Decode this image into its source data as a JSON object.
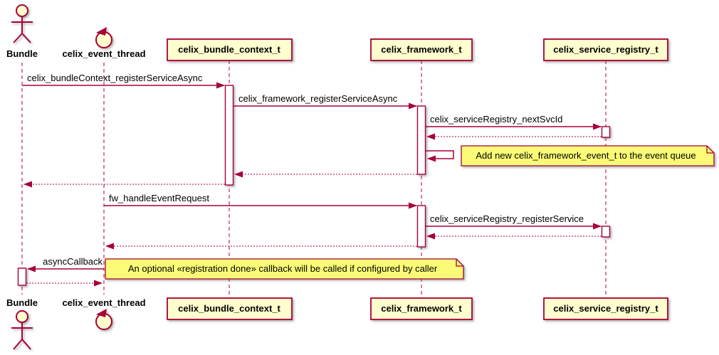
{
  "diagram": {
    "kind": "uml-sequence-diagram",
    "colors": {
      "accent": "#A80036",
      "participant_fill": "#FEFECE",
      "note_fill": "#FBFB77",
      "activation_fill": "#FFFFFF",
      "text": "#000000",
      "background": "#FFFFFF"
    },
    "participants": [
      {
        "name": "Bundle",
        "kind": "actor"
      },
      {
        "name": "celix_event_thread",
        "kind": "control"
      },
      {
        "name": "celix_bundle_context_t",
        "kind": "participant"
      },
      {
        "name": "celix_framework_t",
        "kind": "participant"
      },
      {
        "name": "celix_service_registry_t",
        "kind": "participant"
      }
    ],
    "messages": [
      {
        "label": "celix_bundleContext_registerServiceAsync",
        "from": "Bundle",
        "to": "celix_bundle_context_t",
        "type": "sync"
      },
      {
        "label": "celix_framework_registerServiceAsync",
        "from": "celix_bundle_context_t",
        "to": "celix_framework_t",
        "type": "sync"
      },
      {
        "label": "celix_serviceRegistry_nextSvcId",
        "from": "celix_framework_t",
        "to": "celix_service_registry_t",
        "type": "sync"
      },
      {
        "label": "",
        "from": "celix_service_registry_t",
        "to": "celix_framework_t",
        "type": "return"
      },
      {
        "label": "",
        "from": "celix_framework_t",
        "to": "celix_framework_t",
        "type": "self",
        "note": 0
      },
      {
        "label": "",
        "from": "celix_framework_t",
        "to": "celix_bundle_context_t",
        "type": "return"
      },
      {
        "label": "",
        "from": "celix_bundle_context_t",
        "to": "Bundle",
        "type": "return"
      },
      {
        "label": "fw_handleEventRequest",
        "from": "celix_event_thread",
        "to": "celix_framework_t",
        "type": "sync"
      },
      {
        "label": "celix_serviceRegistry_registerService",
        "from": "celix_framework_t",
        "to": "celix_service_registry_t",
        "type": "sync"
      },
      {
        "label": "",
        "from": "celix_service_registry_t",
        "to": "celix_framework_t",
        "type": "return"
      },
      {
        "label": "",
        "from": "celix_framework_t",
        "to": "celix_event_thread",
        "type": "return"
      },
      {
        "label": "asyncCallback",
        "from": "celix_event_thread",
        "to": "Bundle",
        "type": "sync",
        "note": 1
      },
      {
        "label": "",
        "from": "Bundle",
        "to": "celix_event_thread",
        "type": "return"
      }
    ],
    "notes": [
      {
        "text": "Add new celix_framework_event_t to the event queue",
        "attached_to": "celix_framework_t"
      },
      {
        "text": "An optional «registration done» callback will be called if configured by caller",
        "attached_to": "asyncCallback"
      }
    ]
  }
}
